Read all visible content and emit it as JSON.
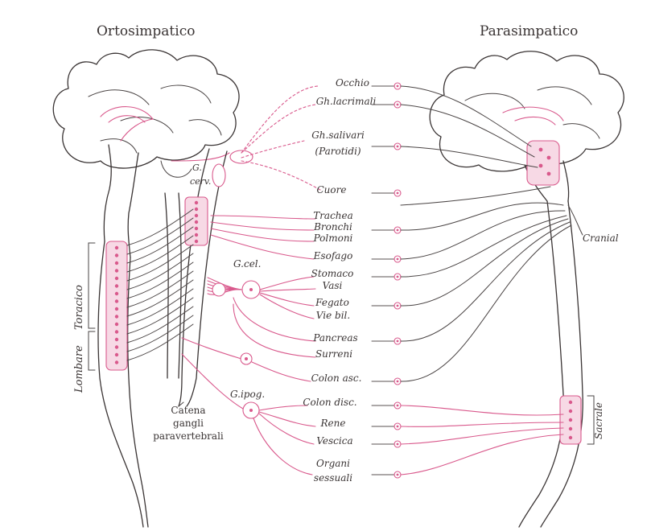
{
  "headers": {
    "left": "Ortosimpatico",
    "right": "Parasimpatico"
  },
  "organs": [
    "Occhio",
    "Gh.lacrimali",
    "Gh.salivari",
    "(Parotidi)",
    "Cuore",
    "Trachea",
    "Bronchi",
    "Polmoni",
    "Esofago",
    "Stomaco",
    "Vasi",
    "Fegato",
    "Vie bil.",
    "Pancreas",
    "Surreni",
    "Colon asc.",
    "Colon disc.",
    "Rene",
    "Vescica",
    "Organi",
    "sessuali"
  ],
  "ganglia": {
    "cervical": [
      "G.",
      "cerv."
    ],
    "celiac": "G.cel.",
    "mesenteric": "G.ipog."
  },
  "regions": {
    "thoracic": "Toracico",
    "lumbar": "Lombare",
    "cranial": "Cranial",
    "sacral": "Sacrale"
  },
  "chain_caption": [
    "Catena",
    "gangli",
    "paravertebrali"
  ],
  "colors": {
    "accent": "#d9598c",
    "ink": "#3a3434",
    "tint": "#f7d9e5"
  }
}
